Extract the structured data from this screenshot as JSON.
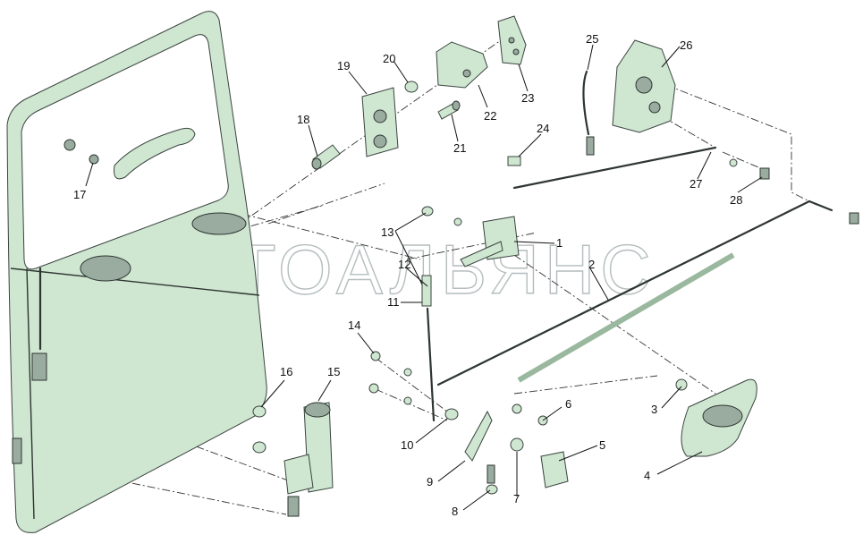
{
  "watermark": "АВТОАЛЬЯНС",
  "callouts": [
    "1",
    "2",
    "3",
    "4",
    "5",
    "6",
    "7",
    "8",
    "9",
    "10",
    "11",
    "12",
    "13",
    "14",
    "15",
    "16",
    "17",
    "18",
    "19",
    "20",
    "21",
    "22",
    "23",
    "24",
    "25",
    "26",
    "27",
    "28"
  ],
  "colors": {
    "part_fill": "#cfe6d0",
    "outline": "#3a4440",
    "background": "#ffffff"
  }
}
